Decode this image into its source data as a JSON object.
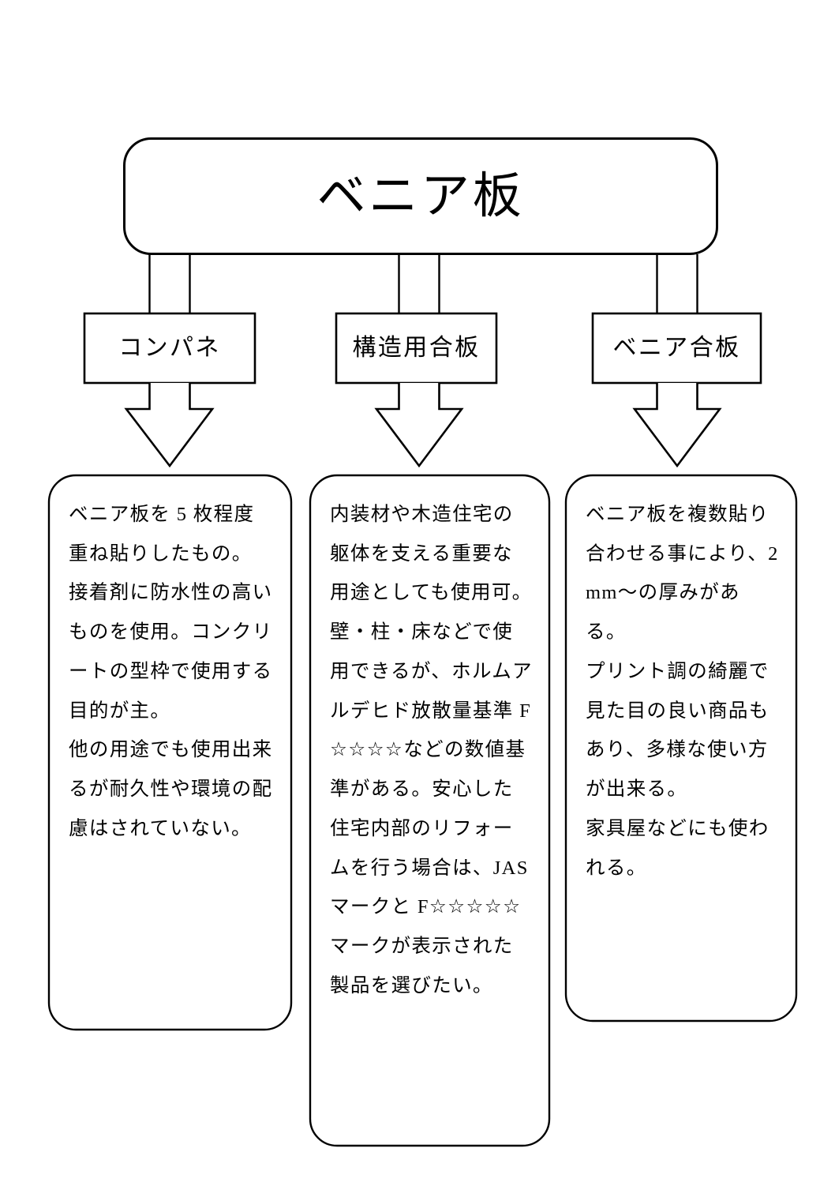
{
  "diagram": {
    "title_node": {
      "label": "ベニア板"
    },
    "categories": [
      {
        "label": "コンパネ"
      },
      {
        "label": "構造用合板"
      },
      {
        "label": "ベニア合板"
      }
    ],
    "descriptions": [
      {
        "for": "コンパネ",
        "text": "ベニア板を 5 枚程度重ね貼りしたもの。\n接着剤に防水性の高いものを使用。コンクリートの型枠で使用する目的が主。\n他の用途でも使用出来るが耐久性や環境の配慮はされていない。"
      },
      {
        "for": "構造用合板",
        "text": "内装材や木造住宅の躯体を支える重要な用途としても使用可。壁・柱・床などで使用できるが、ホルムアルデヒド放散量基準 F☆☆☆☆などの数値基準がある。安心した住宅内部のリフォームを行う場合は、JAS マークと F☆☆☆☆☆マークが表示された製品を選びたい。"
      },
      {
        "for": "ベニア合板",
        "text": "ベニア板を複数貼り合わせる事により、2 mm〜の厚みがある。\nプリント調の綺麗で見た目の良い商品もあり、多様な使い方が出来る。\n家具屋などにも使われる。"
      }
    ],
    "connectors": {
      "root_to_categories": "block-arrow-down",
      "categories_to_descriptions": "block-arrow-down",
      "count": 6
    },
    "colors": {
      "stroke": "#000000",
      "fill": "#ffffff",
      "text": "#000000"
    }
  }
}
